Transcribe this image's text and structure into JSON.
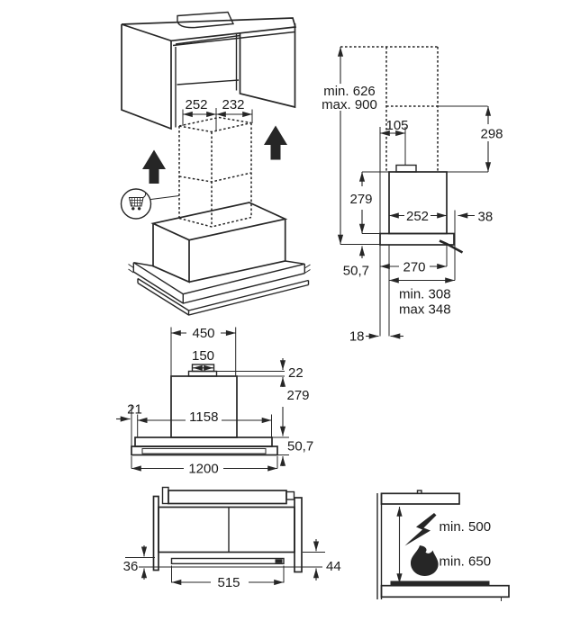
{
  "page": {
    "background": "#ffffff",
    "line_color": "#262626",
    "text_color": "#1a1a1a",
    "description": "Cooker hood installation dimension drawing"
  },
  "diagrams": {
    "cabinet_isometric": {
      "dim_252": "252",
      "dim_232": "232",
      "icons": [
        "shopping-cart",
        "up-arrow",
        "up-arrow"
      ]
    },
    "side_view": {
      "height_min": "min. 626",
      "height_max": "max. 900",
      "duct_offset": "105",
      "chimney_extension": "298",
      "body_height": "279",
      "body_depth": "252",
      "back_clearance": "38",
      "bottom_panel": "50,7",
      "depth": "270",
      "total_depth_min": "min. 308",
      "total_depth_max": "max 348",
      "front_offset": "18"
    },
    "front_view": {
      "motor_width": "450",
      "duct_width": "150",
      "collar_height": "22",
      "body_height": "279",
      "edge_offset": "21",
      "inner_width": "1158",
      "bottom_panel": "50,7",
      "total_width": "1200"
    },
    "cabinet_front_view": {
      "left_protrusion": "36",
      "filter_width": "515",
      "right_protrusion": "44"
    },
    "clearance_view": {
      "electric_hob": "min. 500",
      "gas_hob": "min. 650",
      "icons": [
        "lightning-bolt",
        "flame"
      ]
    }
  }
}
